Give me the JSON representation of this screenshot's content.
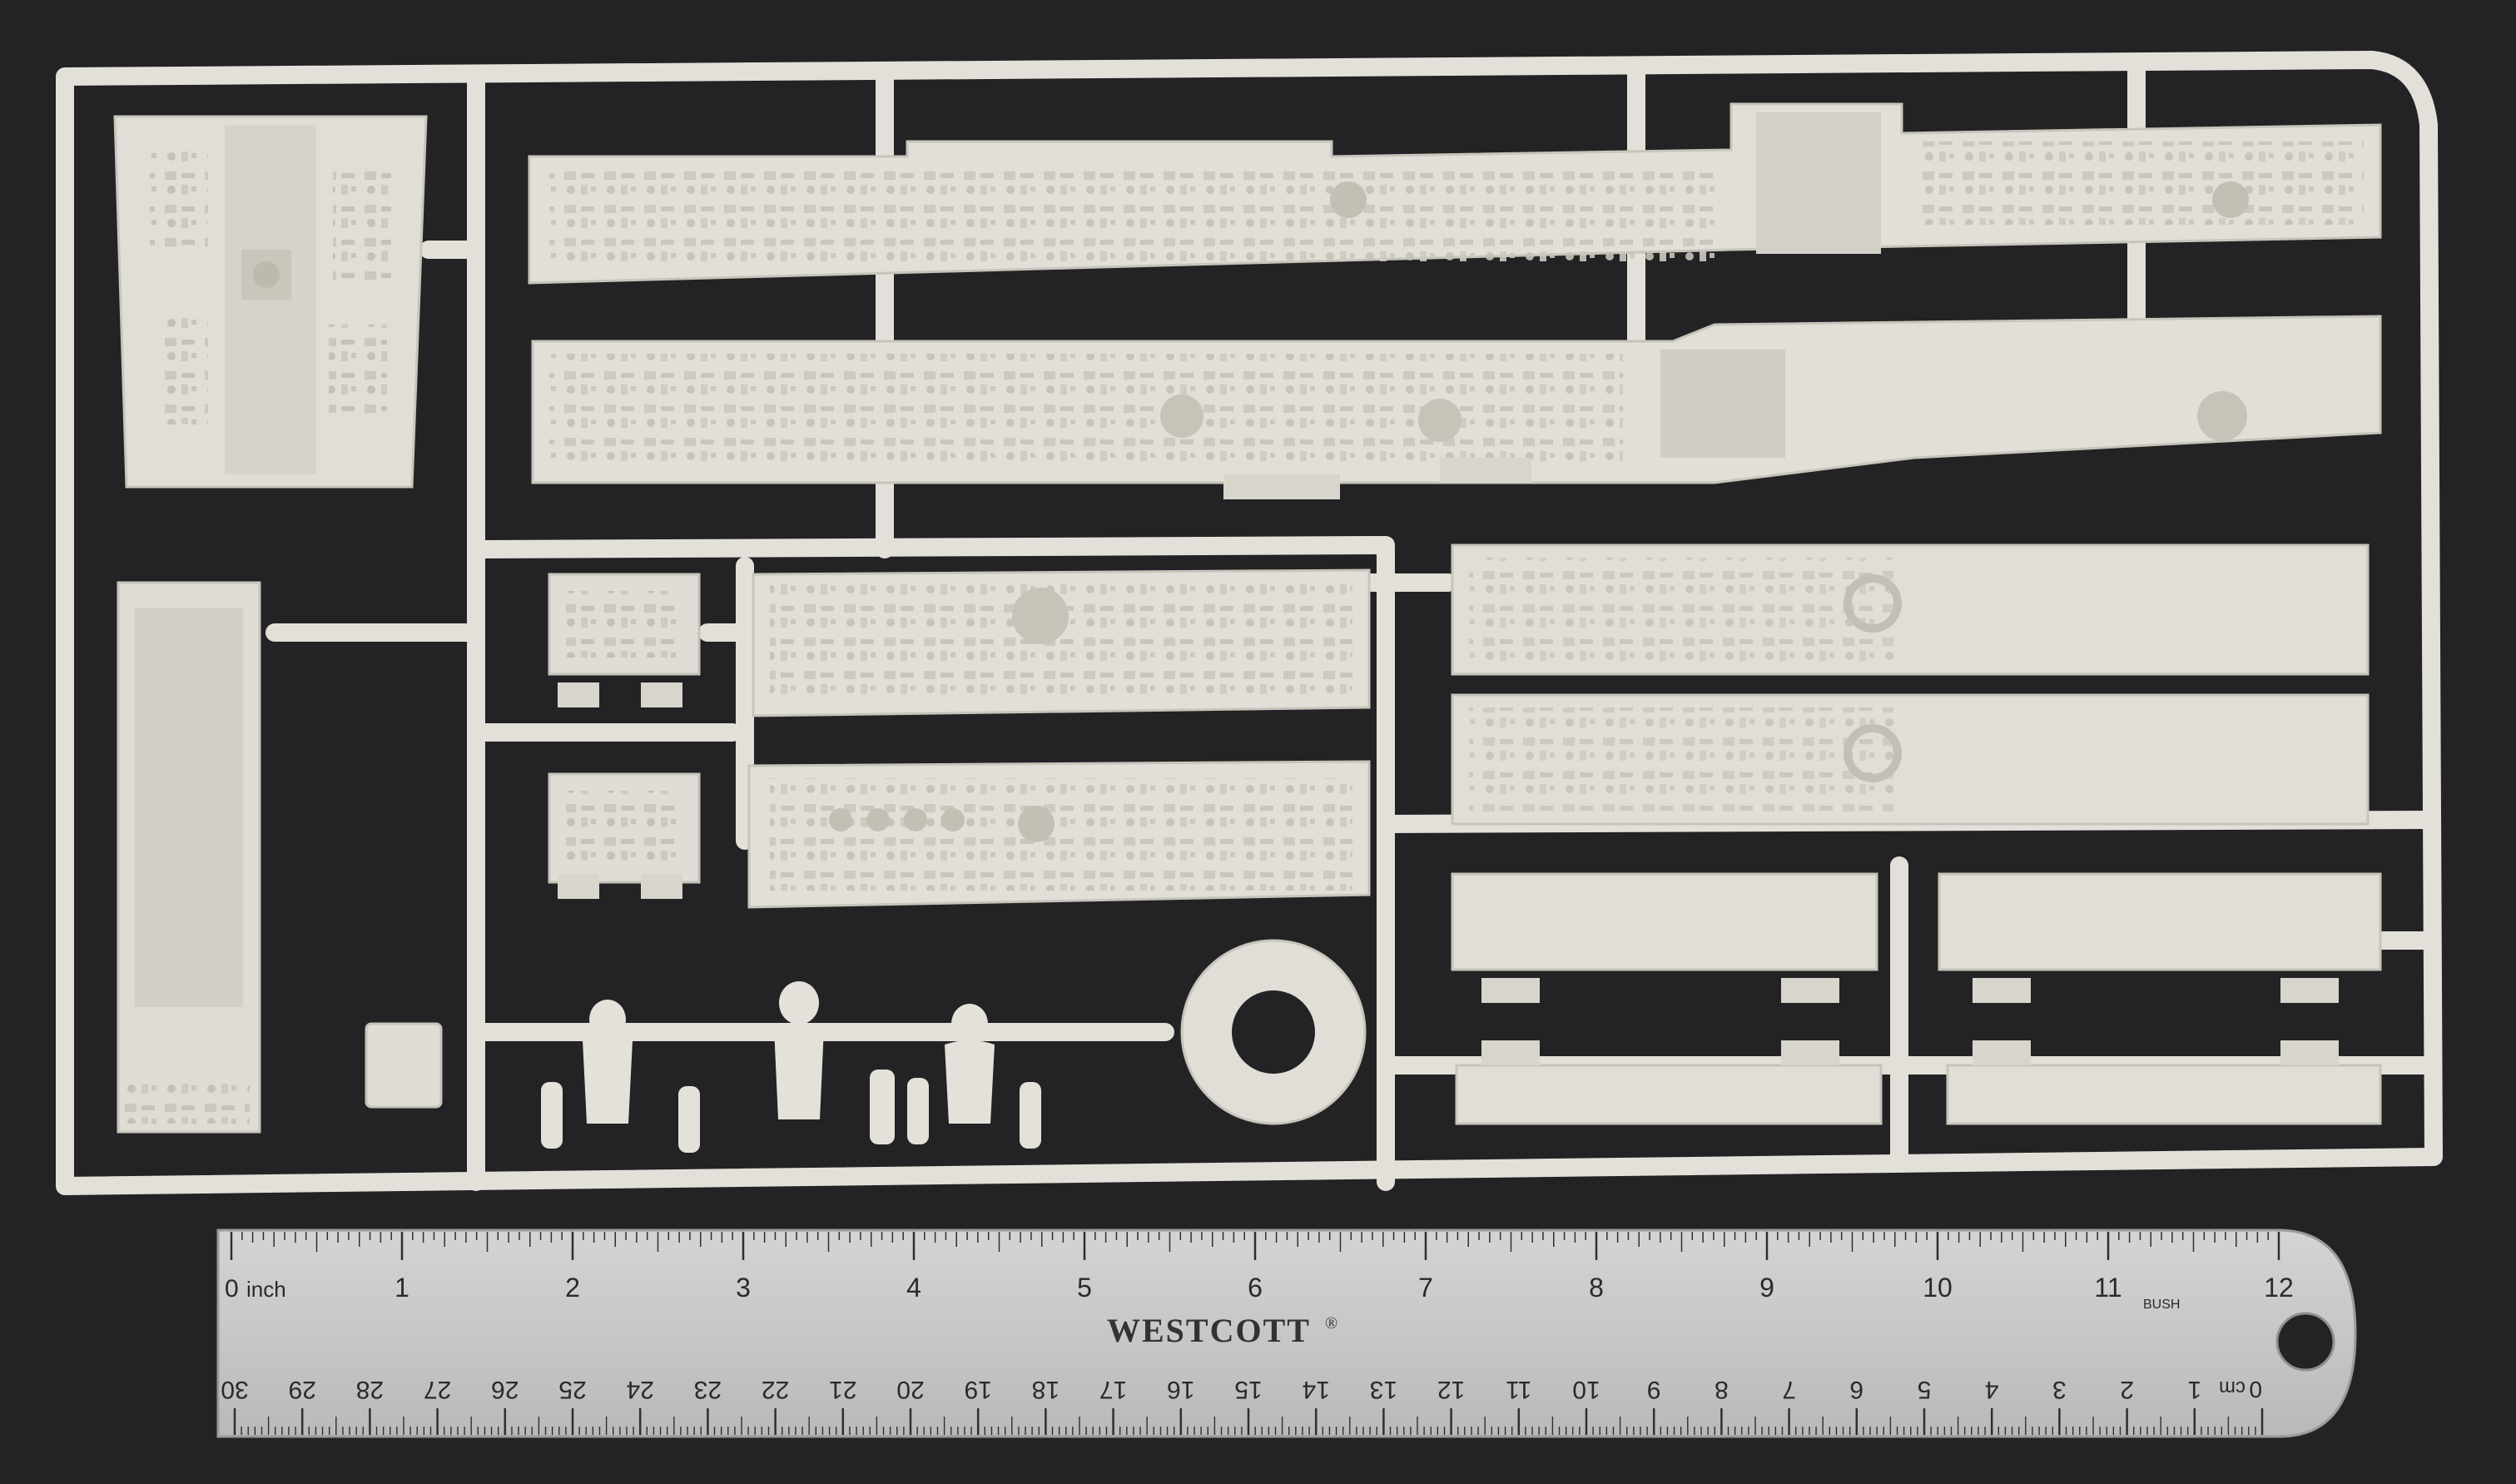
{
  "colors": {
    "background": "#232224",
    "plastic": "#e4e2da",
    "plastic_shade": "#cfccc2",
    "plastic_detail": "#bdb9ae",
    "ruler": "#c9cac9",
    "ruler_edge": "#9a9b9b"
  },
  "ruler": {
    "inch_unit": "inch",
    "inch_zero": "0",
    "inch_numbers": [
      "1",
      "2",
      "3",
      "4",
      "5",
      "6",
      "7",
      "8",
      "9",
      "10",
      "11",
      "12"
    ],
    "brand": "WESTCOTT",
    "brand_mark": "®",
    "sub_brand": "BUSH",
    "cm_unit": "cm",
    "cm_zero": "0",
    "cm_numbers": [
      "1",
      "2",
      "3",
      "4",
      "5",
      "6",
      "7",
      "8",
      "9",
      "10",
      "11",
      "12",
      "13",
      "14",
      "15",
      "16",
      "17",
      "18",
      "19",
      "20",
      "21",
      "22",
      "23",
      "24",
      "25",
      "26",
      "27",
      "28",
      "29",
      "30"
    ]
  }
}
